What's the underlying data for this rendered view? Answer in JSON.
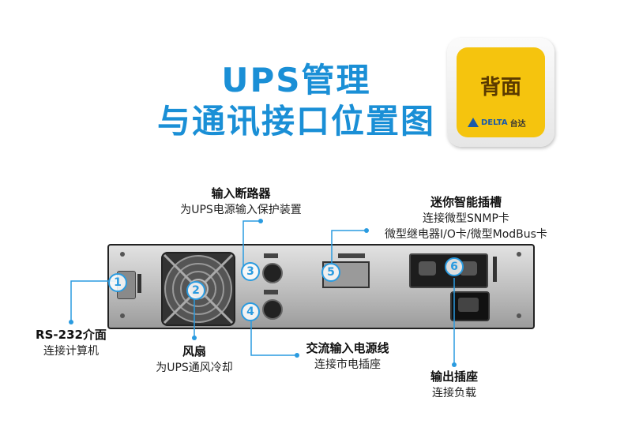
{
  "title": {
    "line1": "UPS管理",
    "line2": "与通讯接口位置图"
  },
  "badge": {
    "text": "背面",
    "brand": "DELTA",
    "brand_cn": "台达"
  },
  "callouts": {
    "rs232": {
      "number": "1",
      "title": "RS-232介面",
      "desc": "连接计算机"
    },
    "fan": {
      "number": "2",
      "title": "风扇",
      "desc": "为UPS通风冷却"
    },
    "breaker": {
      "number": "3",
      "title": "输入断路器",
      "desc": "为UPS电源输入保护装置"
    },
    "ac_input": {
      "number": "4",
      "title": "交流输入电源线",
      "desc": "连接市电插座"
    },
    "mini_slot": {
      "number": "5",
      "title": "迷你智能插槽",
      "desc1": "连接微型SNMP卡",
      "desc2": "微型继电器I/O卡/微型ModBus卡"
    },
    "output": {
      "number": "6",
      "title": "输出插座",
      "desc": "连接负载"
    }
  },
  "colors": {
    "accent": "#1a8fd6",
    "badge": "#f5c40e",
    "marker": "#2a9be0"
  }
}
